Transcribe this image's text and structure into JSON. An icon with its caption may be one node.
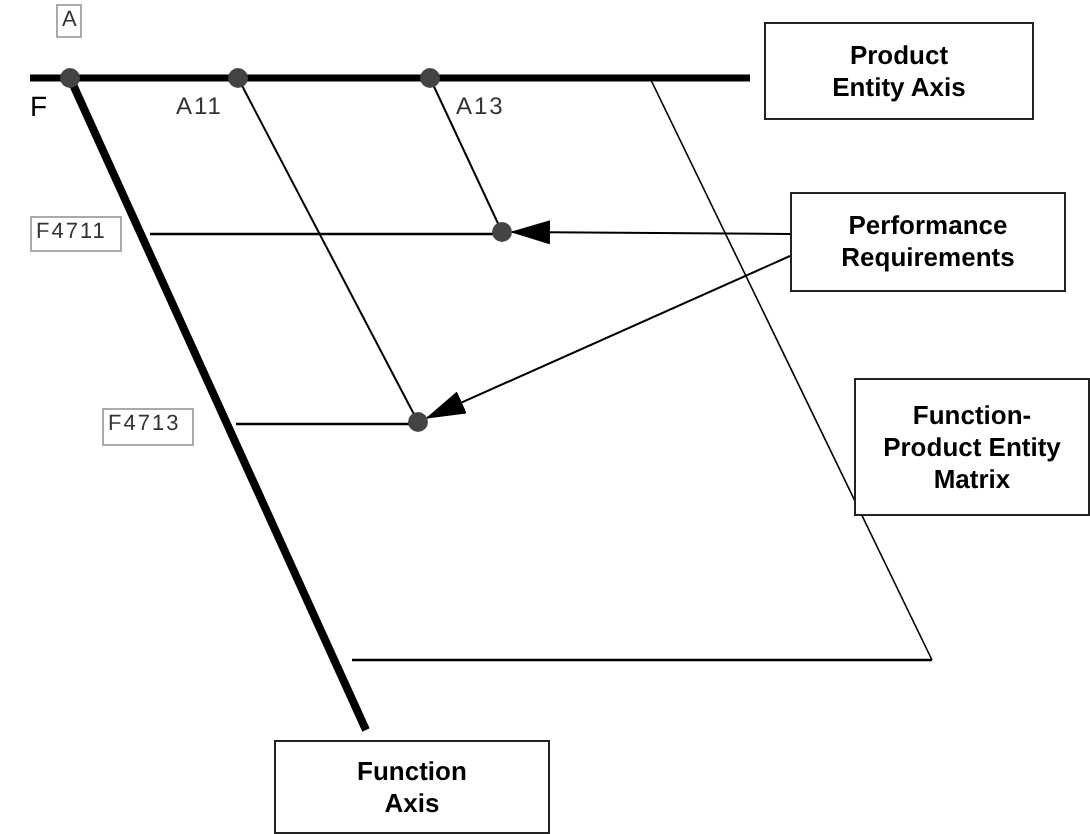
{
  "diagram": {
    "nodes": [
      {
        "text": [
          "A"
        ]
      },
      {
        "text": [],
        "shape": "circle"
      },
      {
        "text": [],
        "shape": "circle"
      },
      {
        "text": [],
        "shape": "circle"
      },
      {
        "text": [
          "Product Entity Axis"
        ]
      },
      {
        "text": [
          "F4711"
        ]
      },
      {
        "text": [],
        "shape": "circle"
      },
      {
        "text": [
          "Performance Requirements"
        ]
      },
      {
        "text": [
          "Function-Product Entity Matrix"
        ]
      },
      {
        "text": [
          "F4713"
        ]
      },
      {
        "text": [],
        "shape": "circle"
      },
      {
        "text": [
          "Function Axis"
        ]
      }
    ],
    "edges": [
      {
        "from": 7,
        "to": 6,
        "arrow": "to"
      },
      {
        "from": 7,
        "to": 10,
        "arrow": "to"
      }
    ],
    "labels": [
      "F",
      "A11",
      "A13"
    ]
  }
}
